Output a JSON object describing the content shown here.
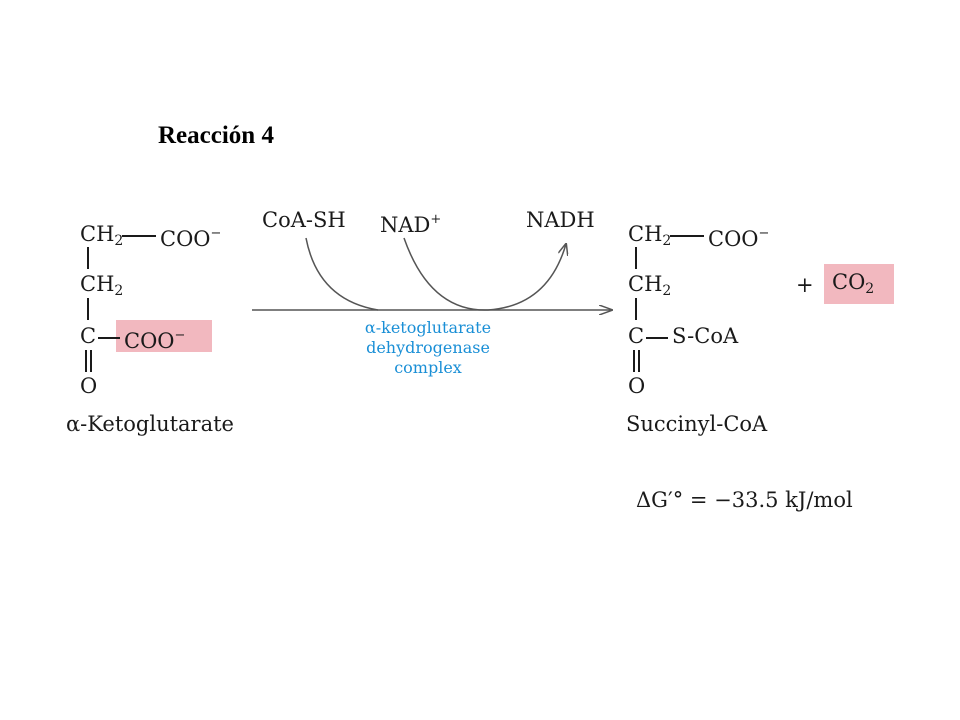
{
  "title": "Reacción 4",
  "substrate": {
    "row1_main": "CH",
    "row1_sub": "2",
    "row1_group": "COO",
    "row1_charge": "−",
    "row2_main": "CH",
    "row2_sub": "2",
    "row3_c": "C",
    "row3_group": "COO",
    "row3_charge": "−",
    "row4_o": "O",
    "name": "α-Ketoglutarate"
  },
  "product": {
    "row1_main": "CH",
    "row1_sub": "2",
    "row1_group": "COO",
    "row1_charge": "−",
    "row2_main": "CH",
    "row2_sub": "2",
    "row3_c": "C",
    "row3_group": "S-CoA",
    "row4_o": "O",
    "name": "Succinyl-CoA"
  },
  "cofactors": {
    "coash": "CoA-SH",
    "nad": "NAD",
    "nad_charge": "+",
    "nadh": "NADH"
  },
  "plus": "+",
  "co2": {
    "main": "CO",
    "sub": "2"
  },
  "enzyme": {
    "line1": "α-ketoglutarate",
    "line2": "dehydrogenase",
    "line3": "complex"
  },
  "energy": "ΔG′° = −33.5 kJ/mol",
  "colors": {
    "highlight": "#f2b8bf",
    "enzyme_text": "#1a8fd6"
  }
}
